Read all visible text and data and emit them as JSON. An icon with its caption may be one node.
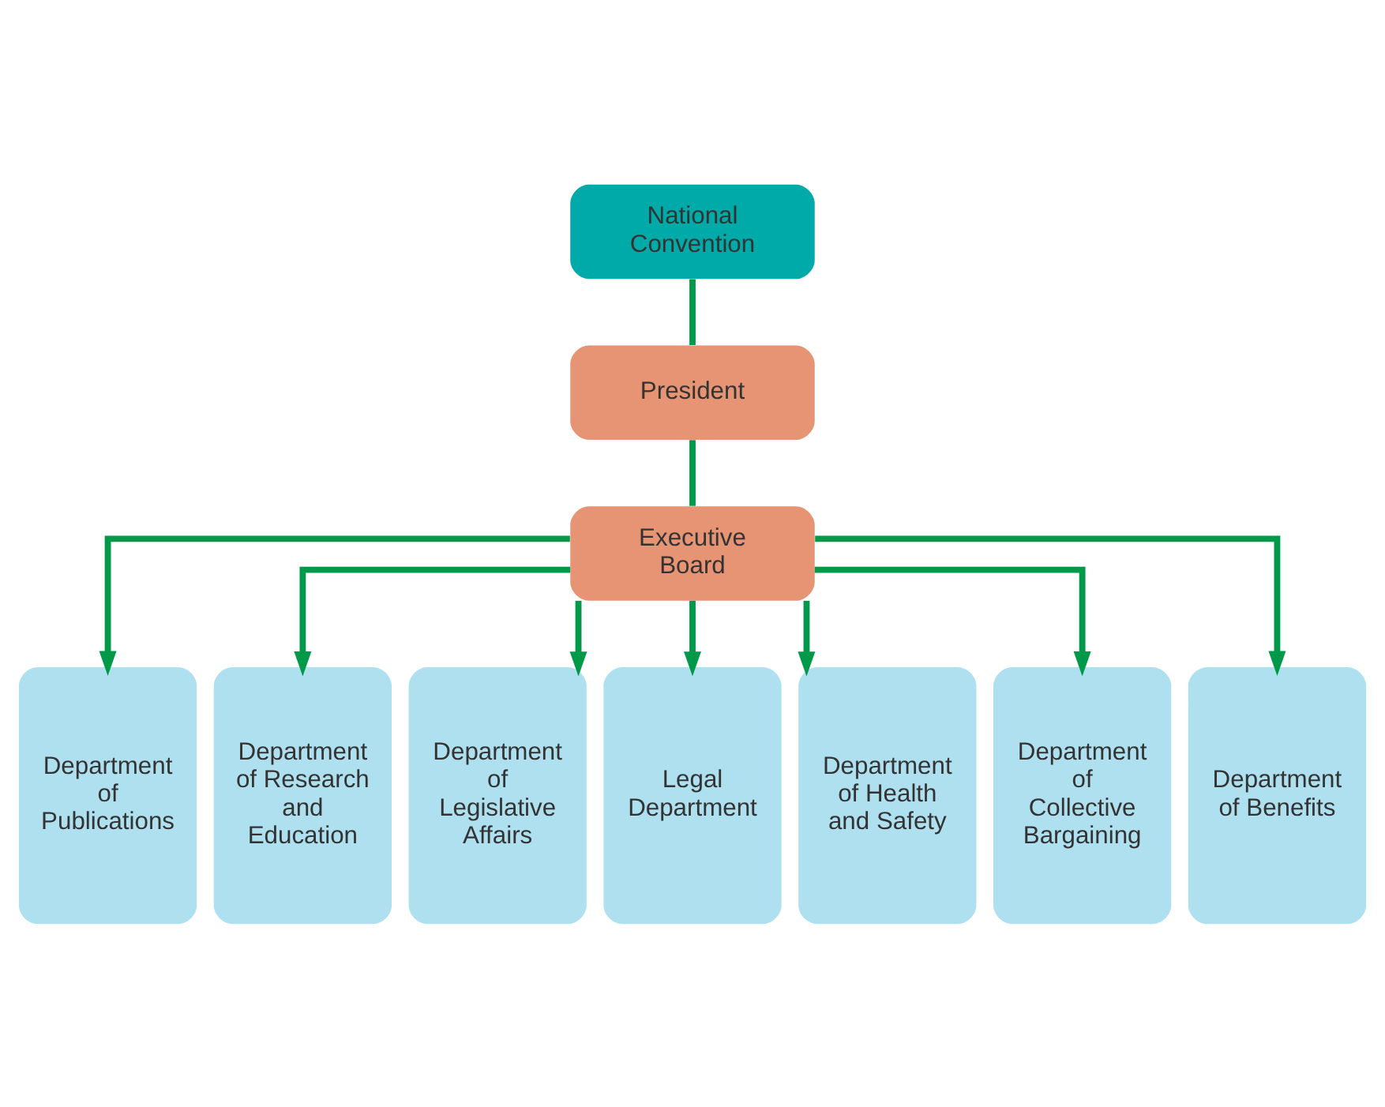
{
  "diagram": {
    "nodes": [
      {
        "text": [
          "National Convention"
        ]
      },
      {
        "text": [
          "President"
        ]
      },
      {
        "text": [
          "Executive Board"
        ]
      },
      {
        "text": [
          "Department of Publications"
        ]
      },
      {
        "text": [
          "Department of Research and Education"
        ]
      },
      {
        "text": [
          "Department of Legislative Affairs"
        ]
      },
      {
        "text": [
          "Legal Department"
        ]
      },
      {
        "text": [
          "Department of Health and Safety"
        ]
      },
      {
        "text": [
          "Department of Collective Bargaining"
        ]
      },
      {
        "text": [
          "Department of Benefits"
        ]
      }
    ],
    "edges": [
      {
        "from": 0,
        "to": 1,
        "arrow": "none"
      },
      {
        "from": 1,
        "to": 2,
        "arrow": "none"
      },
      {
        "from": 2,
        "to": 3,
        "arrow": "to"
      },
      {
        "from": 2,
        "to": 4,
        "arrow": "to"
      },
      {
        "from": 2,
        "to": 5,
        "arrow": "to"
      },
      {
        "from": 2,
        "to": 6,
        "arrow": "to"
      },
      {
        "from": 2,
        "to": 7,
        "arrow": "to"
      },
      {
        "from": 2,
        "to": 8,
        "arrow": "to"
      },
      {
        "from": 2,
        "to": 9,
        "arrow": "to"
      }
    ]
  }
}
